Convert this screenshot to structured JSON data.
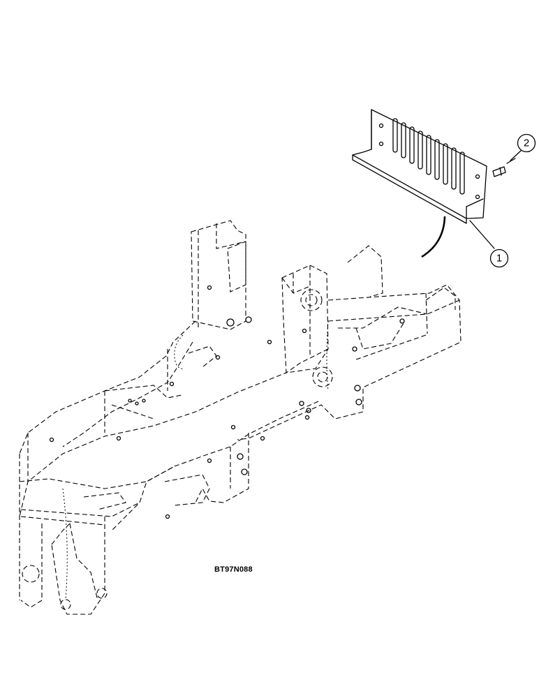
{
  "diagram": {
    "callouts": [
      {
        "id": "1",
        "label": "1"
      },
      {
        "id": "2",
        "label": "2"
      }
    ],
    "drawing_code": "BT97N088"
  }
}
